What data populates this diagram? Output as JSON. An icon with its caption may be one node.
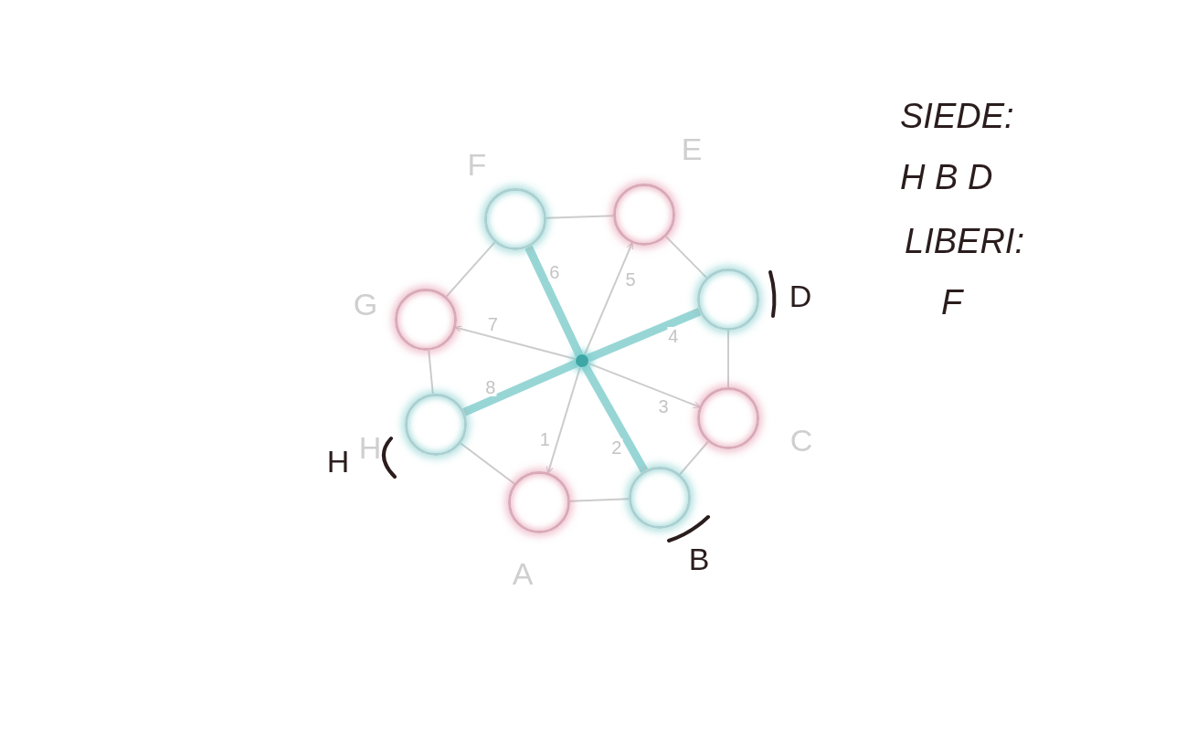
{
  "diagram": {
    "nodes": [
      {
        "text": [],
        "shape": "circle"
      },
      {
        "text": [],
        "shape": "circle",
        "beside": [
          "A"
        ]
      },
      {
        "text": [],
        "shape": "circle",
        "beside": [
          "B"
        ]
      },
      {
        "text": [],
        "shape": "circle",
        "beside": [
          "C"
        ]
      },
      {
        "text": [],
        "shape": "circle",
        "beside": [
          "D"
        ]
      },
      {
        "text": [],
        "shape": "circle",
        "beside": [
          "E"
        ]
      },
      {
        "text": [],
        "shape": "circle",
        "beside": [
          "F"
        ]
      },
      {
        "text": [],
        "shape": "circle",
        "beside": [
          "G"
        ]
      },
      {
        "text": [],
        "shape": "circle",
        "beside": [
          "H",
          "H"
        ]
      }
    ],
    "edges": [
      {
        "from": 0,
        "to": 1,
        "arrow": "to",
        "label": "1"
      },
      {
        "from": 0,
        "to": 2,
        "arrow": "to",
        "label": "2",
        "style": "thick",
        "color": "#6cc4c4"
      },
      {
        "from": 0,
        "to": 3,
        "arrow": "to",
        "label": "3"
      },
      {
        "from": 0,
        "to": 4,
        "arrow": "to",
        "label": "4",
        "style": "thick",
        "color": "#6cc4c4"
      },
      {
        "from": 0,
        "to": 5,
        "arrow": "to",
        "label": "5"
      },
      {
        "from": 0,
        "to": 6,
        "arrow": "to",
        "label": "6",
        "style": "thick",
        "color": "#6cc4c4"
      },
      {
        "from": 0,
        "to": 7,
        "arrow": "to",
        "label": "7"
      },
      {
        "from": 0,
        "to": 8,
        "arrow": "to",
        "label": "8",
        "style": "thick",
        "color": "#6cc4c4"
      },
      {
        "from": 1,
        "to": 2,
        "arrow": "none"
      },
      {
        "from": 2,
        "to": 3,
        "arrow": "none"
      },
      {
        "from": 3,
        "to": 4,
        "arrow": "none"
      },
      {
        "from": 4,
        "to": 5,
        "arrow": "none"
      },
      {
        "from": 5,
        "to": 6,
        "arrow": "none"
      },
      {
        "from": 6,
        "to": 7,
        "arrow": "none"
      },
      {
        "from": 7,
        "to": 8,
        "arrow": "none"
      },
      {
        "from": 8,
        "to": 1,
        "arrow": "none"
      }
    ],
    "labels": [
      "SIEDE:",
      "H B D",
      "LIBERI:",
      "F"
    ]
  }
}
